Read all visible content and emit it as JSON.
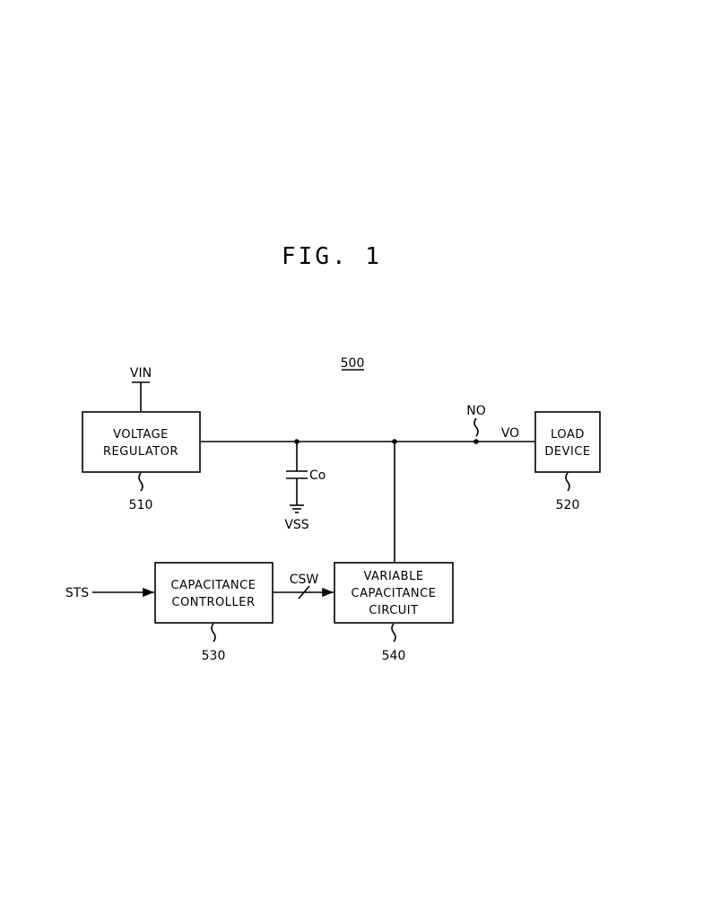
{
  "figure": {
    "title": "FIG. 1",
    "system_ref": "500"
  },
  "blocks": {
    "voltage_regulator": {
      "lines": [
        "VOLTAGE",
        "REGULATOR"
      ],
      "ref": "510"
    },
    "load_device": {
      "lines": [
        "LOAD",
        "DEVICE"
      ],
      "ref": "520"
    },
    "capacitance_controller": {
      "lines": [
        "CAPACITANCE",
        "CONTROLLER"
      ],
      "ref": "530"
    },
    "variable_capacitance_circuit": {
      "lines": [
        "VARIABLE",
        "CAPACITANCE",
        "CIRCUIT"
      ],
      "ref": "540"
    }
  },
  "signals": {
    "vin": "VIN",
    "node": "NO",
    "vo": "VO",
    "co": "Co",
    "vss": "VSS",
    "sts": "STS",
    "csw": "CSW"
  }
}
